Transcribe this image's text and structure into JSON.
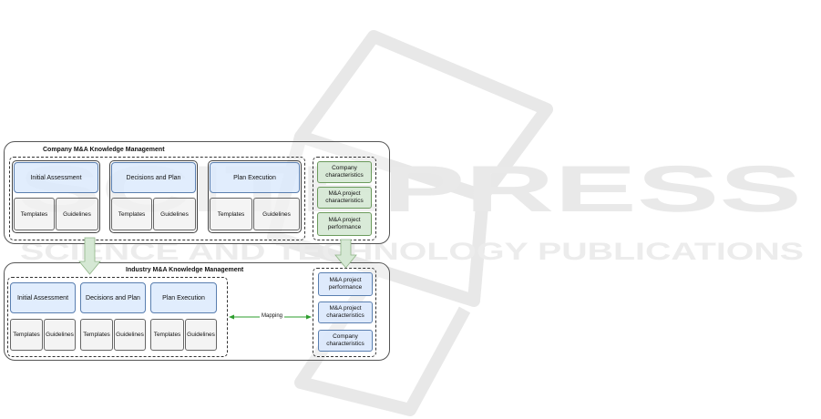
{
  "watermark": {
    "word": "SCITEPRESS",
    "tagline": "SCIENCE AND TECHNOLOGY PUBLICATIONS"
  },
  "company": {
    "title": "Company M&A Knowledge Management",
    "phases": [
      {
        "label": "Initial Assessment",
        "templates": "Templates",
        "guidelines": "Guidelines"
      },
      {
        "label": "Decisions and Plan",
        "templates": "Templates",
        "guidelines": "Guidelines"
      },
      {
        "label": "Plan Execution",
        "templates": "Templates",
        "guidelines": "Guidelines"
      }
    ],
    "characteristics": [
      "Company characteristics",
      "M&A project characteristics",
      "M&A project performance"
    ]
  },
  "industry": {
    "title": "Industry M&A Knowledge Management",
    "phases": [
      {
        "label": "Initial Assessment",
        "templates": "Templates",
        "guidelines": "Guidelines"
      },
      {
        "label": "Decisions and Plan",
        "templates": "Templates",
        "guidelines": "Guidelines"
      },
      {
        "label": "Plan Execution",
        "templates": "Templates",
        "guidelines": "Guidelines"
      }
    ],
    "characteristics": [
      "M&A project performance",
      "M&A project characteristics",
      "Company characteristics"
    ]
  },
  "mapping_label": "Mapping",
  "colors": {
    "phase_fill": "#dae8fc",
    "phase_stroke": "#5a7fb0",
    "green_fill": "#d5e8d4",
    "green_stroke": "#6b9a5c",
    "arrow_fill": "#d5e8d4",
    "mapping_arrow": "#2e9e2e"
  }
}
